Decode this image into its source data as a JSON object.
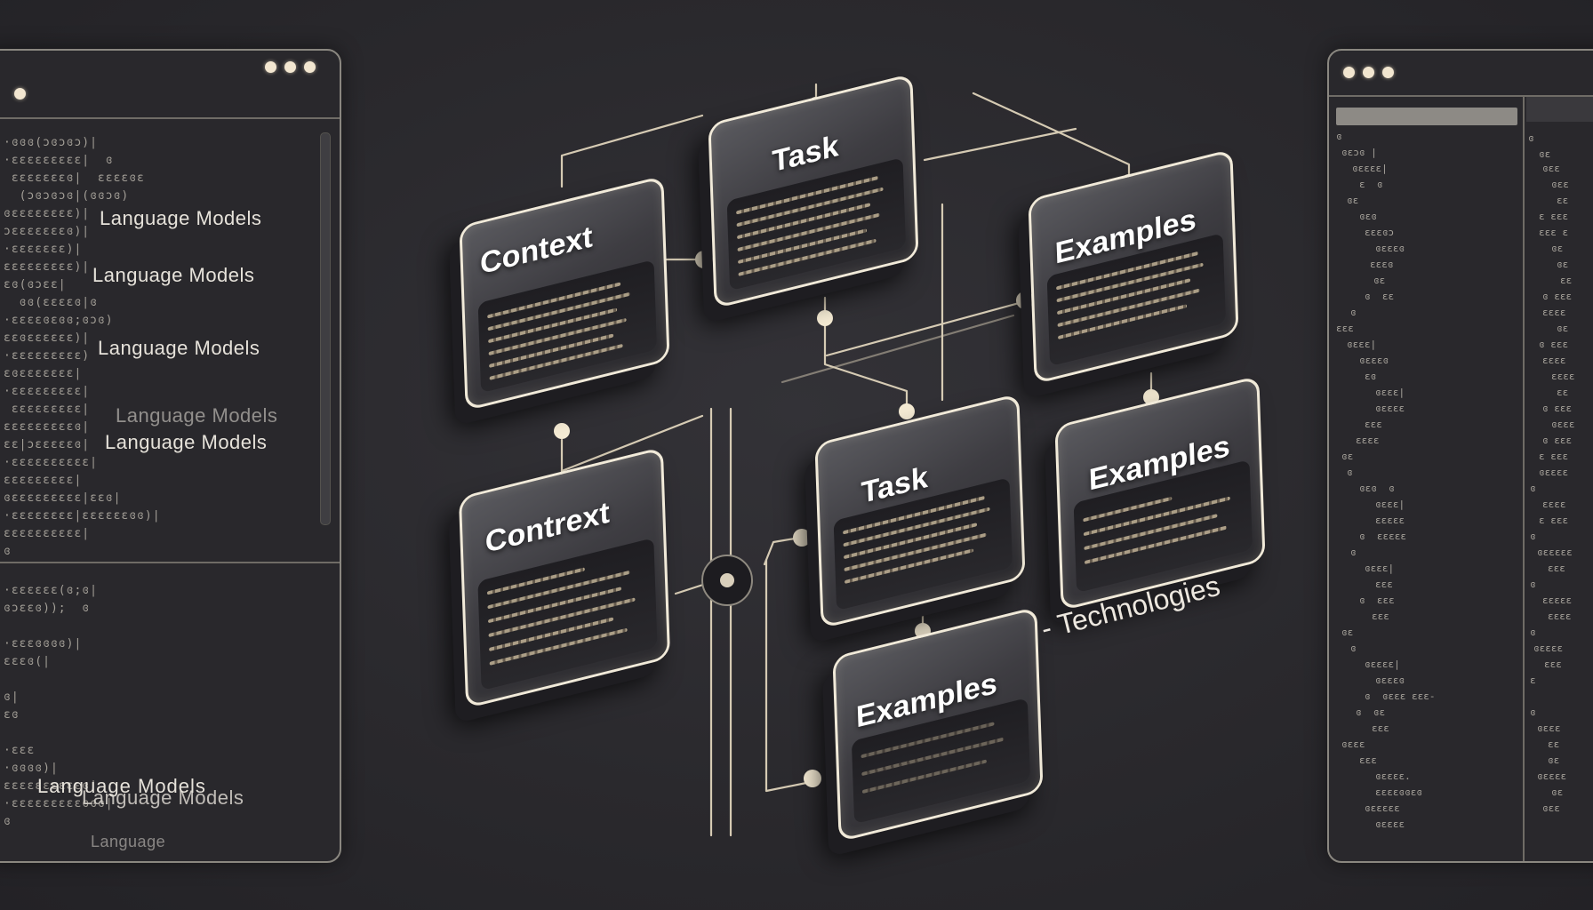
{
  "left_window": {
    "labels": [
      "Language Models",
      "Language Models",
      "Language Models",
      "Language Models",
      "Language Models",
      "Language Models",
      "Language Models",
      "Language"
    ]
  },
  "cards": [
    {
      "id": "context-1",
      "title": "Context"
    },
    {
      "id": "task-1",
      "title": "Task"
    },
    {
      "id": "examples-1",
      "title": "Examples"
    },
    {
      "id": "context-2",
      "title": "Contrext"
    },
    {
      "id": "task-2",
      "title": "Task"
    },
    {
      "id": "examples-2",
      "title": "Examples"
    },
    {
      "id": "examples-3",
      "title": "Examples"
    }
  ],
  "side_label": "- Technologies",
  "colors": {
    "background": "#2b2a2e",
    "card_border": "#f1ead9",
    "connector": "#e8dcc2"
  }
}
